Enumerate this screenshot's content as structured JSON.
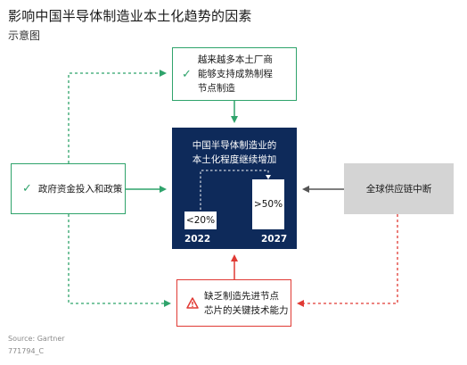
{
  "title": "影响中国半导体制造业本土化趋势的因素",
  "subtitle": "示意图",
  "boxes": {
    "top": {
      "lines": [
        "越来越多本土厂商",
        "能够支持成熟制程",
        "节点制造"
      ],
      "icon": "check-icon"
    },
    "left": {
      "lines": [
        "政府资金投入和政策"
      ],
      "icon": "check-icon"
    },
    "right": {
      "lines": [
        "全球供应链中断"
      ]
    },
    "bottom": {
      "lines": [
        "缺乏制造先进节点",
        "芯片的关键技术能力"
      ],
      "icon": "warning-icon"
    }
  },
  "center": {
    "title_lines": [
      "中国半导体制造业的",
      "本土化程度继续增加"
    ],
    "bars": [
      {
        "year": "2022",
        "label": "<20%"
      },
      {
        "year": "2027",
        "label": ">50%"
      }
    ]
  },
  "footer": {
    "source": "Source: Gartner",
    "doc_id": "771794_C"
  },
  "colors": {
    "green": "#2fa36b",
    "red": "#e03a34",
    "navy": "#0e2a5a",
    "gray": "#d4d4d4"
  }
}
